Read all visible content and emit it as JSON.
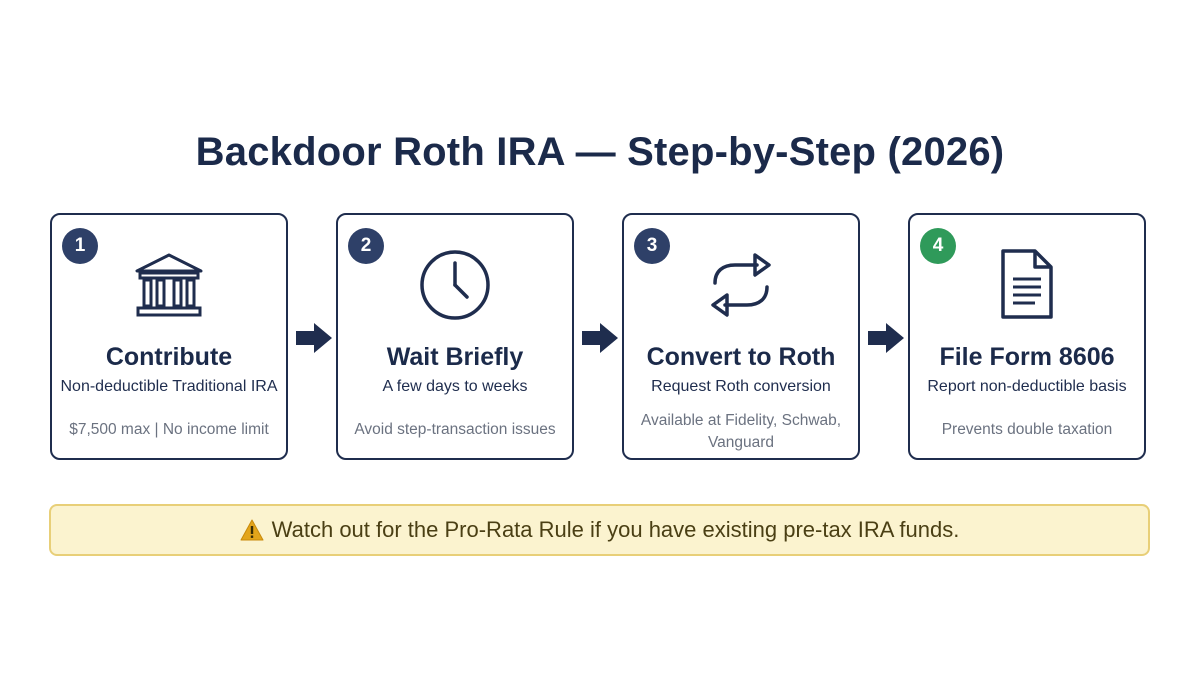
{
  "title": "Backdoor Roth IRA — Step-by-Step (2026)",
  "colors": {
    "navy": "#1f2d4e",
    "badge_blue": "#2e4068",
    "badge_green": "#2f9a5a",
    "warning_bg": "#fbf3cf",
    "warning_border": "#e8cf78"
  },
  "steps": [
    {
      "number": "1",
      "icon": "bank-building-icon",
      "title": "Contribute",
      "subtitle": "Non-deductible Traditional IRA",
      "note": "$7,500 max | No income limit",
      "badge_color": "#2e4068"
    },
    {
      "number": "2",
      "icon": "clock-icon",
      "title": "Wait Briefly",
      "subtitle": "A few days to weeks",
      "note": "Avoid step-transaction issues",
      "badge_color": "#2e4068"
    },
    {
      "number": "3",
      "icon": "convert-arrows-icon",
      "title": "Convert to Roth",
      "subtitle": "Request Roth conversion",
      "note": "Available at Fidelity, Schwab, Vanguard",
      "badge_color": "#2e4068"
    },
    {
      "number": "4",
      "icon": "document-icon",
      "title": "File Form 8606",
      "subtitle": "Report non-deductible basis",
      "note": "Prevents double taxation",
      "badge_color": "#2f9a5a"
    }
  ],
  "warning": {
    "icon": "warning-triangle-icon",
    "text": "Watch out for the Pro-Rata Rule if you have existing pre-tax IRA funds."
  }
}
